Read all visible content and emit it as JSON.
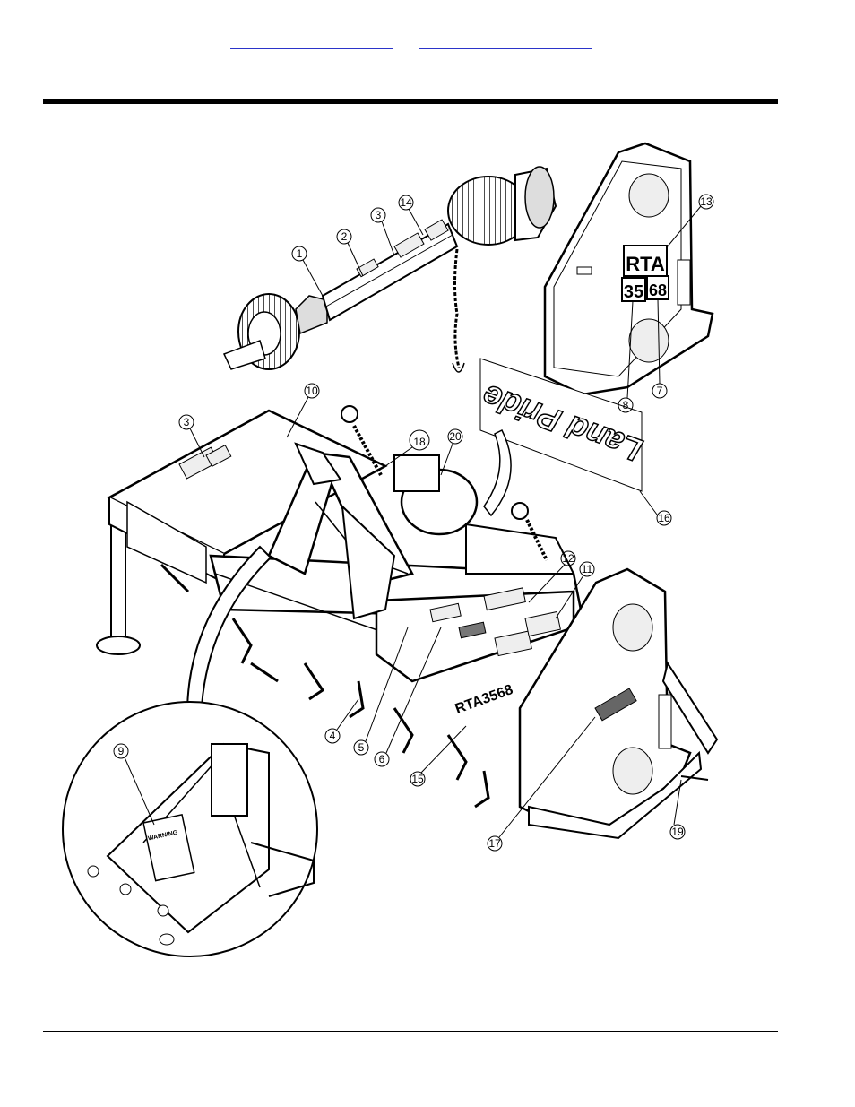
{
  "header": {
    "links": [
      {
        "label": ""
      },
      {
        "label": ""
      }
    ]
  },
  "figure": {
    "decal_rta": "RTA",
    "decal_size_a": "35",
    "decal_size_b": "68",
    "model_on_frame": "RTA3568",
    "brand_decal": "Land Pride",
    "warning_decal": "WARNING",
    "callouts": [
      "1",
      "2",
      "3",
      "14",
      "13",
      "8",
      "7",
      "10",
      "3",
      "18",
      "20",
      "16",
      "12",
      "11",
      "4",
      "5",
      "6",
      "15",
      "17",
      "19",
      "9"
    ]
  },
  "colors": {
    "ink": "#000000",
    "link_underline": "#2b34c9",
    "shade": "#cfcfcf",
    "background": "#ffffff"
  }
}
